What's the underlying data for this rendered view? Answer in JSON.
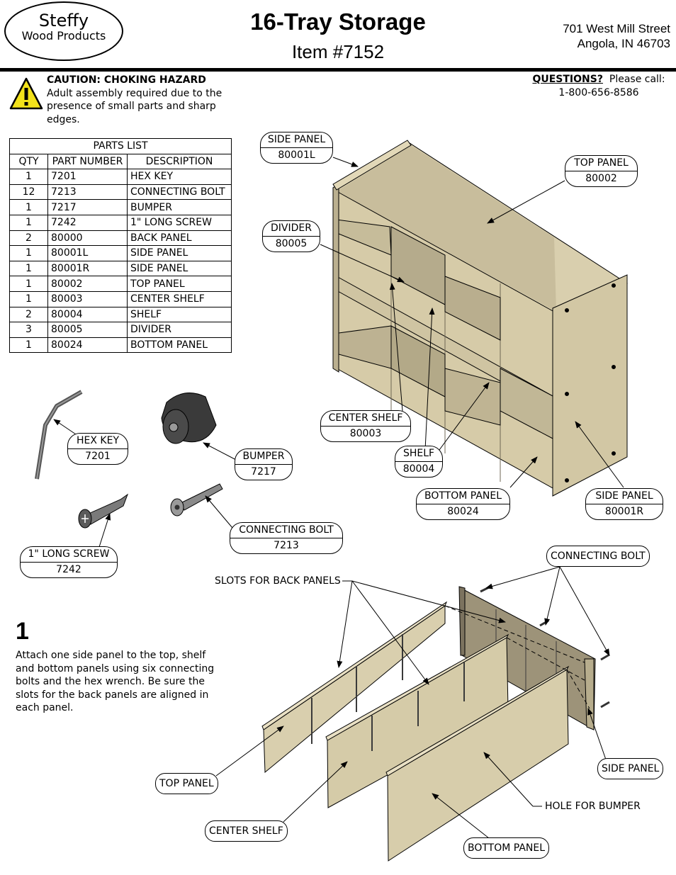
{
  "logo": {
    "line1": "Steffy",
    "line2": "Wood Products"
  },
  "header": {
    "title": "16-Tray Storage",
    "item": "Item #7152",
    "address_line1": "701 West Mill Street",
    "address_line2": "Angola, IN  46703"
  },
  "caution": {
    "heading": "CAUTION: CHOKING HAZARD",
    "text": "Adult assembly required due to the presence of small parts and sharp edges."
  },
  "questions": {
    "label": "QUESTIONS?",
    "text": "Please call:",
    "phone": "1-800-656-8586"
  },
  "parts_list": {
    "title": "PARTS LIST",
    "columns": [
      "QTY",
      "PART NUMBER",
      "DESCRIPTION"
    ],
    "rows": [
      {
        "qty": "1",
        "part": "7201",
        "desc": "HEX KEY"
      },
      {
        "qty": "12",
        "part": "7213",
        "desc": "CONNECTING BOLT"
      },
      {
        "qty": "1",
        "part": "7217",
        "desc": "BUMPER"
      },
      {
        "qty": "1",
        "part": "7242",
        "desc": "1\" LONG SCREW"
      },
      {
        "qty": "2",
        "part": "80000",
        "desc": "BACK PANEL"
      },
      {
        "qty": "1",
        "part": "80001L",
        "desc": "SIDE PANEL"
      },
      {
        "qty": "1",
        "part": "80001R",
        "desc": "SIDE PANEL"
      },
      {
        "qty": "1",
        "part": "80002",
        "desc": "TOP PANEL"
      },
      {
        "qty": "1",
        "part": "80003",
        "desc": "CENTER SHELF"
      },
      {
        "qty": "2",
        "part": "80004",
        "desc": "SHELF"
      },
      {
        "qty": "3",
        "part": "80005",
        "desc": "DIVIDER"
      },
      {
        "qty": "1",
        "part": "80024",
        "desc": "BOTTOM PANEL"
      }
    ]
  },
  "callouts": {
    "side_panel_l": {
      "name": "SIDE PANEL",
      "num": "80001L"
    },
    "top_panel": {
      "name": "TOP PANEL",
      "num": "80002"
    },
    "divider": {
      "name": "DIVIDER",
      "num": "80005"
    },
    "center_shelf": {
      "name": "CENTER SHELF",
      "num": "80003"
    },
    "shelf": {
      "name": "SHELF",
      "num": "80004"
    },
    "bottom_panel": {
      "name": "BOTTOM PANEL",
      "num": "80024"
    },
    "side_panel_r": {
      "name": "SIDE PANEL",
      "num": "80001R"
    },
    "hex_key": {
      "name": "HEX KEY",
      "num": "7201"
    },
    "bumper": {
      "name": "BUMPER",
      "num": "7217"
    },
    "connecting_bolt": {
      "name": "CONNECTING BOLT",
      "num": "7213"
    },
    "long_screw": {
      "name": "1\" LONG SCREW",
      "num": "7242"
    }
  },
  "step": {
    "number": "1",
    "text": "Attach one side panel to the top, shelf and bottom panels using six connecting bolts and the hex wrench.  Be sure the slots for the back panels are aligned in each panel.",
    "labels": {
      "slots": "SLOTS FOR BACK PANELS",
      "connecting_bolt": "CONNECTING BOLT",
      "side_panel": "SIDE PANEL",
      "hole_for_bumper": "HOLE FOR BUMPER",
      "top_panel": "TOP PANEL",
      "center_shelf": "CENTER SHELF",
      "bottom_panel": "BOTTOM PANEL"
    }
  },
  "colors": {
    "wood": "#d9cfae",
    "wood_dark": "#b9ae8c",
    "wood_shadow": "#9d9379",
    "warning_yellow": "#f2e11a"
  }
}
